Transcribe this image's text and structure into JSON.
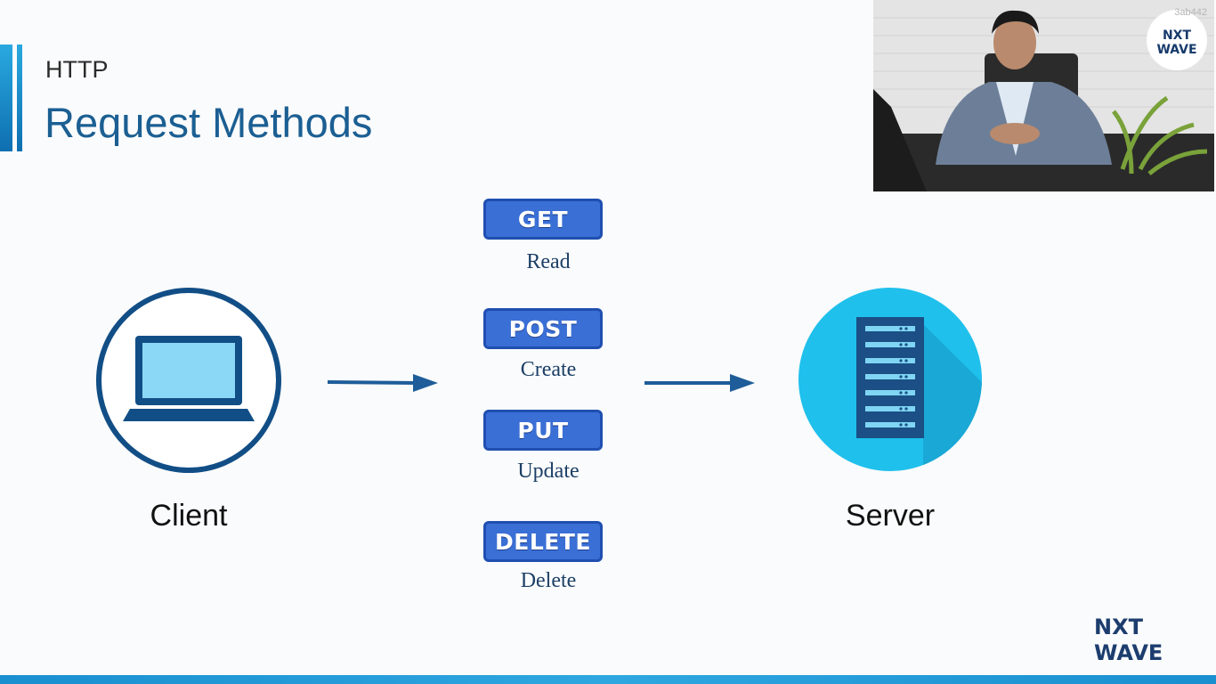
{
  "slide": {
    "subtitle": "HTTP",
    "title": "Request Methods"
  },
  "diagram": {
    "client_label": "Client",
    "server_label": "Server",
    "methods": [
      {
        "name": "GET",
        "action": "Read"
      },
      {
        "name": "POST",
        "action": "Create"
      },
      {
        "name": "PUT",
        "action": "Update"
      },
      {
        "name": "DELETE",
        "action": "Delete"
      }
    ]
  },
  "branding": {
    "logo_line1": "NXT",
    "logo_line2": "WAVE"
  },
  "webcam": {
    "watermark": "3ab442"
  },
  "colors": {
    "title_blue": "#1b5f93",
    "accent": "#29a9df",
    "button_blue": "#3a6fd6",
    "server_cyan": "#1fc0ec"
  }
}
